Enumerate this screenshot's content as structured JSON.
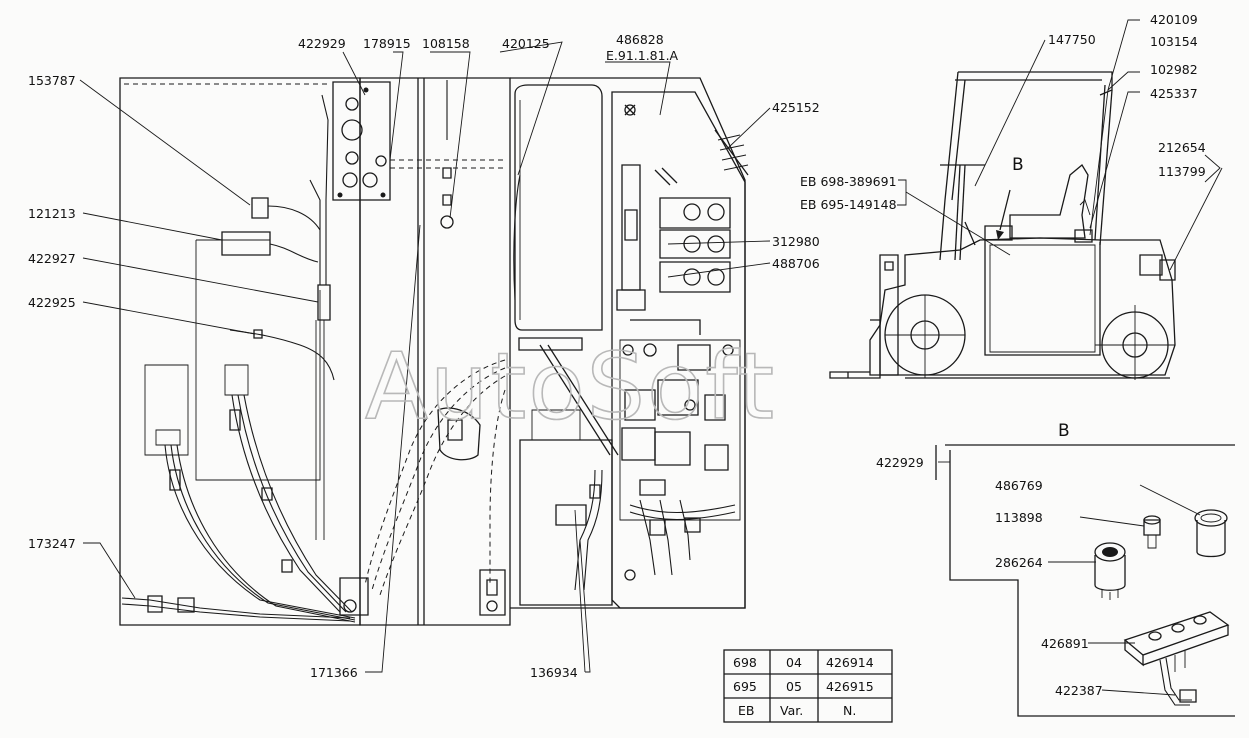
{
  "labels": {
    "p153787": "153787",
    "p121213": "121213",
    "p422927": "422927",
    "p422925": "422925",
    "p173247": "173247",
    "p422929_top": "422929",
    "p178915": "178915",
    "p108158": "108158",
    "p420125": "420125",
    "p486828": "486828",
    "p_e91": "E.91.1.81.A",
    "p425152": "425152",
    "p312980": "312980",
    "p488706": "488706",
    "p171366": "171366",
    "p136934": "136934",
    "p147750": "147750",
    "p420109": "420109",
    "p103154": "103154",
    "p102982": "102982",
    "p425337": "425337",
    "p212654": "212654",
    "p113799": "113799",
    "p_eb698": "EB 698-389691",
    "p_eb695": "EB 695-149148",
    "view_b_truck": "B",
    "view_b_detail": "B",
    "p422929_b": "422929",
    "p486769": "486769",
    "p113898": "113898",
    "p286264": "286264",
    "p426891": "426891",
    "p422387": "422387"
  },
  "variant_table": {
    "rows": [
      [
        "698",
        "04",
        "426914"
      ],
      [
        "695",
        "05",
        "426915"
      ],
      [
        "EB",
        "Var.",
        "N."
      ]
    ]
  },
  "watermark": "AutoSoft"
}
